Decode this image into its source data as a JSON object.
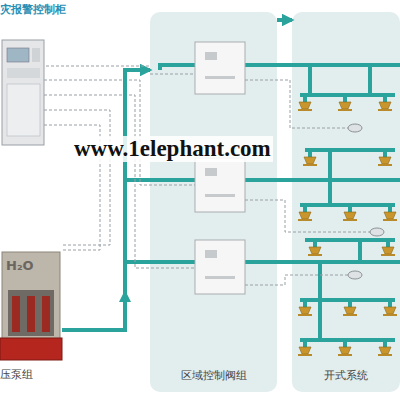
{
  "diagram": {
    "nodes": [
      {
        "text": [
          "灾报警控制柜"
        ]
      },
      {
        "text": [
          "H₂O",
          "压泵组"
        ]
      },
      {
        "text": [
          "区域控制阀组"
        ]
      },
      {
        "text": [
          "开式系统"
        ]
      }
    ],
    "edges": [
      {
        "from": 1,
        "to": 2,
        "arrow": "to"
      },
      {
        "from": 2,
        "to": 3,
        "arrow": "to"
      },
      {
        "from": 0,
        "to": 2,
        "arrow": "none"
      }
    ],
    "labels": [
      "www.1elephant.com"
    ]
  }
}
